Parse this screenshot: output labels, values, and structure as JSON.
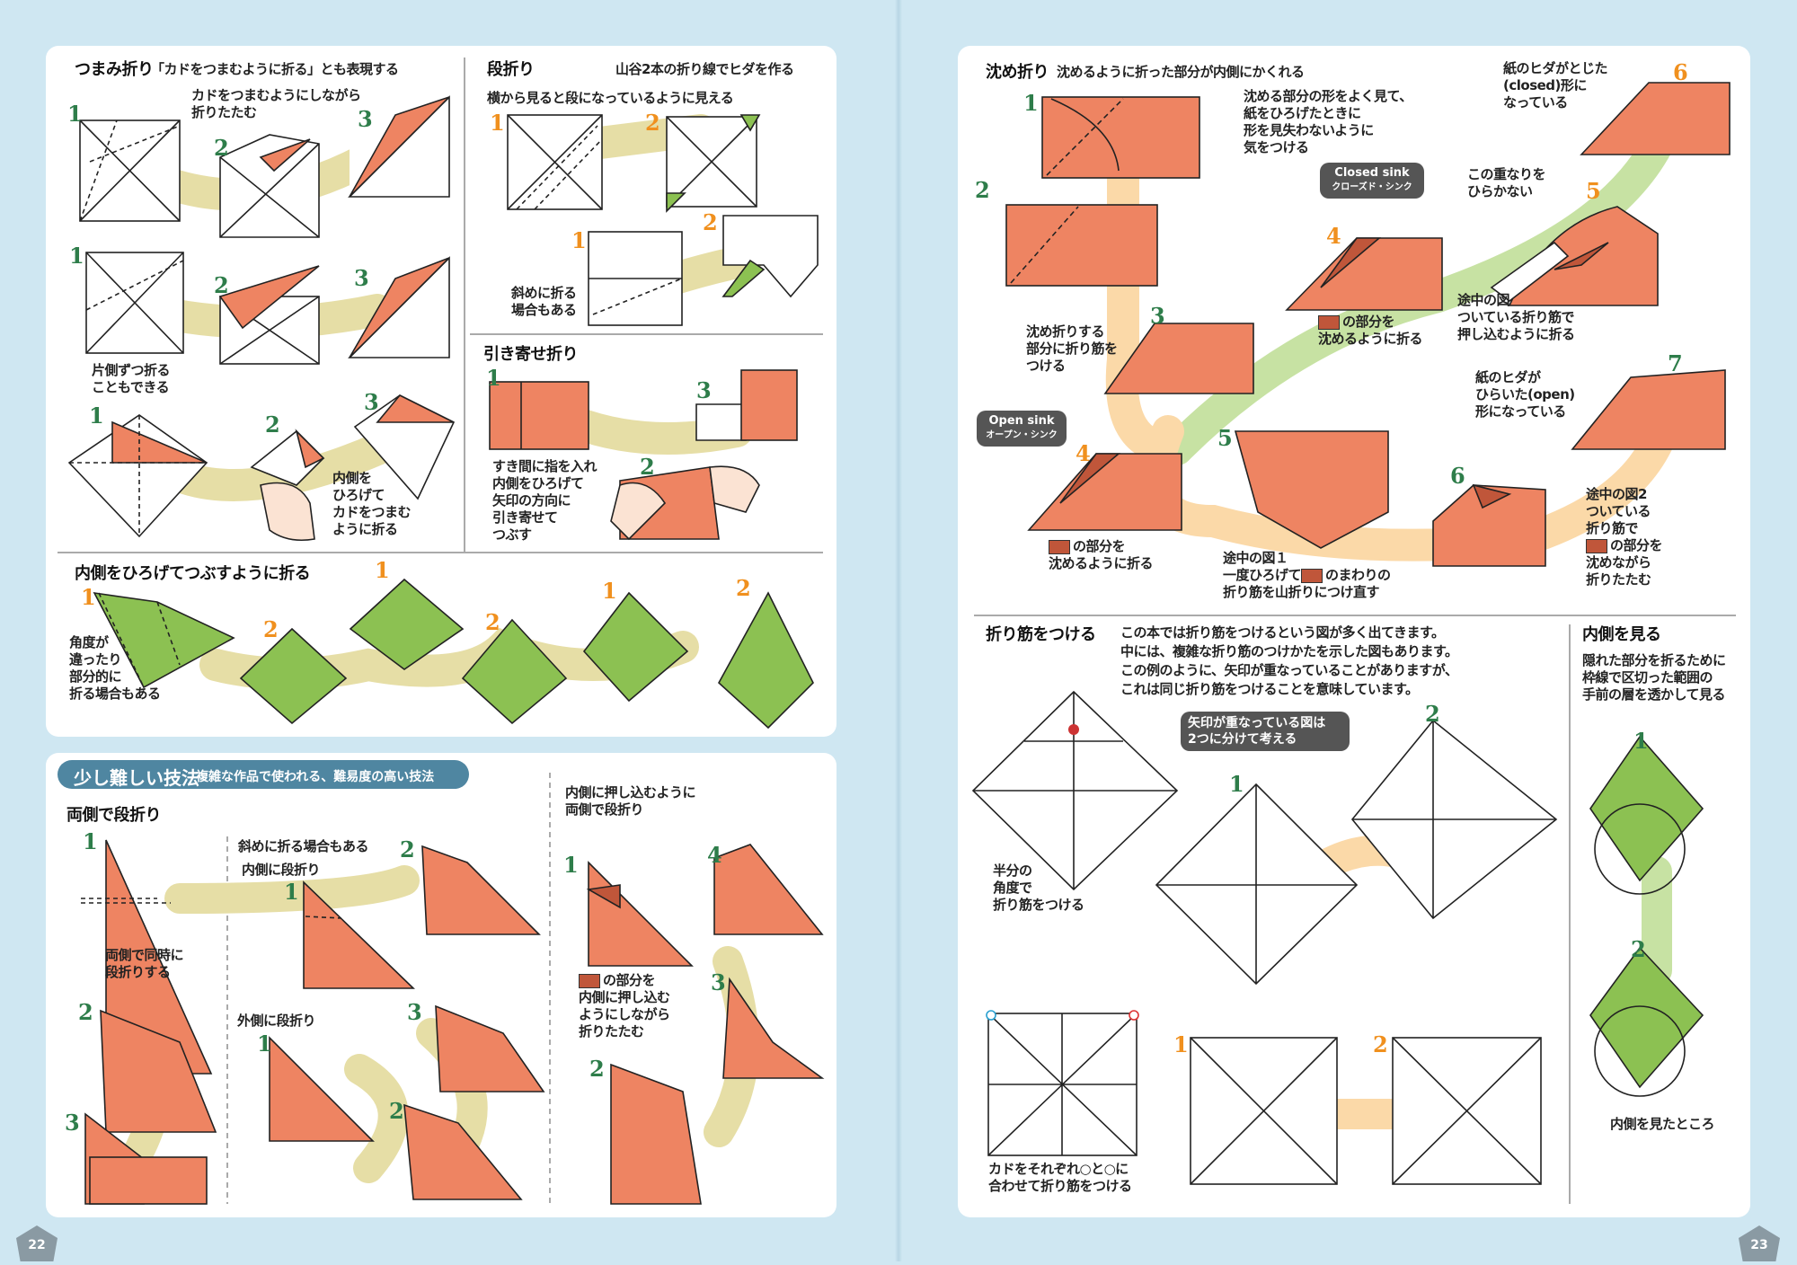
{
  "colors": {
    "background": "#cfe7f2",
    "paper_orange": "#ee8462",
    "paper_dark": "#c0563a",
    "paper_green": "#8cc152",
    "path_tan": "#e6dea6",
    "path_peach": "#fbd9a8",
    "path_green": "#c7e2a3",
    "step_green": "#2e7d4a",
    "step_orange": "#f0901e"
  },
  "left_page": {
    "page_number": "22",
    "tsumami": {
      "title": "つまみ折り",
      "subtitle": "「カドをつまむように折る」とも表現する",
      "note1": "カドをつまむようにしながら\n折りたたむ",
      "note2": "片側ずつ折る\nこともできる",
      "note3": "内側を\nひろげて\nカドをつまむ\nように折る"
    },
    "danori": {
      "title": "段折り",
      "subtitle": "山谷2本の折り線でヒダを作る",
      "note1": "横から見ると段になっているように見える",
      "note2": "斜めに折る\n場合もある"
    },
    "hikiyose": {
      "title": "引き寄せ折り",
      "note": "すき間に指を入れ\n内側をひろげて\n矢印の方向に\n引き寄せて\nつぶす"
    },
    "hirogete": {
      "title": "内側をひろげてつぶすように折る",
      "note": "角度が\n違ったり\n部分的に\n折る場合もある"
    },
    "advanced": {
      "banner_title": "少し難しい技法",
      "banner_subtitle": "複雑な作品で使われる、難易度の高い技法",
      "ryogawa_title": "両側で段折り",
      "ryogawa_note": "両側で同時に\n段折りする",
      "naname_note": "斜めに折る場合もある",
      "uchigawa_title": "内側に段折り",
      "sotogawa_title": "外側に段折り",
      "oshikomu_title": "内側に押し込むように\n両側で段折り",
      "oshikomu_note": "の部分を\n内側に押し込む\nようにしながら\n折りたたむ"
    }
  },
  "right_page": {
    "page_number": "23",
    "shizume": {
      "title": "沈め折り",
      "subtitle": "沈めるように折った部分が内側にかくれる",
      "note_look": "沈める部分の形をよく見て、\n紙をひろげたときに\n形を見失わないように\n気をつける",
      "note_closed": "紙のヒダがとじた\n(closed)形に\nなっている",
      "closed_badge": "Closed sink",
      "closed_badge_kana": "クローズド・シンク",
      "note_noopen": "この重なりを\nひらかない",
      "note_sink4": "の部分を\n沈めるように折る",
      "note_mid": "途中の図\nついている折り筋で\n押し込むように折る",
      "note_crease": "沈め折りする\n部分に折り筋を\nつける",
      "open_badge": "Open sink",
      "open_badge_kana": "オープン・シンク",
      "note_open": "紙のヒダが\nひらいた(open)\n形になっている",
      "note_sink4b": "の部分を\n沈めるように折る",
      "note_mid1_a": "途中の図１\n一度ひろげて",
      "note_mid1_b": "のまわりの\n折り筋を山折りにつけ直す",
      "note_mid2_a": "途中の図2\nついている\n折り筋で",
      "note_mid2_b": "の部分を\n沈めながら\n折りたたむ"
    },
    "orisuji": {
      "title": "折り筋をつける",
      "paragraph": "この本では折り筋をつけるという図が多く出てきます。\n中には、複雑な折り筋のつけかたを示した図もあります。\nこの例のように、矢印が重なっていることがありますが、\nこれは同じ折り筋をつけることを意味しています。",
      "badge": "矢印が重なっている図は\n2つに分けて考える",
      "note_half": "半分の\n角度で\n折り筋をつける",
      "note_corner": "カドをそれぞれ○と○に\n合わせて折り筋をつける"
    },
    "uchigawa_miru": {
      "title": "内側を見る",
      "note": "隠れた部分を折るために\n枠線で区切った範囲の\n手前の層を透かして見る",
      "caption": "内側を見たところ"
    }
  },
  "steps": [
    "1",
    "2",
    "3",
    "4",
    "5",
    "6",
    "7"
  ]
}
